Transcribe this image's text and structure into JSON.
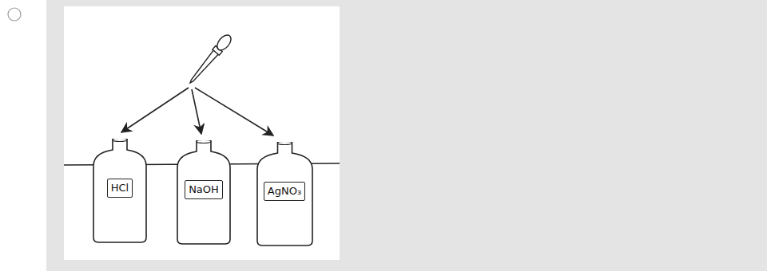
{
  "diagram": {
    "nodes": [
      {
        "text": [
          "HCl"
        ]
      },
      {
        "text": [
          "NaOH"
        ]
      },
      {
        "text": [
          "AgNO₃"
        ]
      }
    ]
  }
}
